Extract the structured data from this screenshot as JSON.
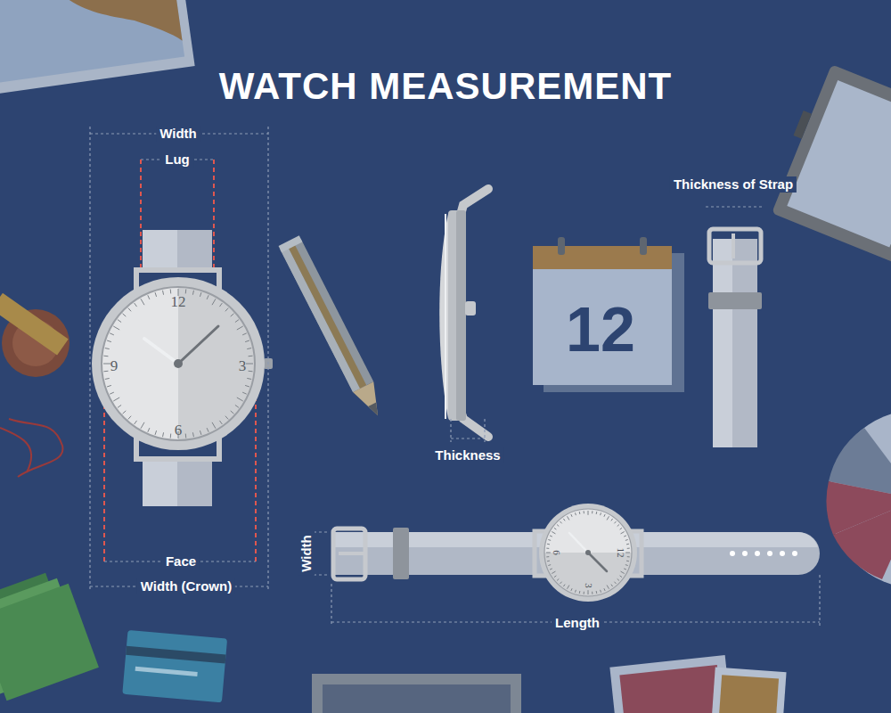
{
  "diagram": {
    "title": "WATCH MEASUREMENT",
    "nodes": [
      {
        "text": [
          "12",
          "9",
          "3",
          "6"
        ]
      },
      {
        "text": [
          "12"
        ]
      },
      {
        "text": [
          "12",
          "6",
          "3"
        ]
      }
    ],
    "labels": [
      "Width",
      "Lug",
      "Thickness",
      "Thickness of Strap",
      "Face",
      "Width (Crown)",
      "Width",
      "Length"
    ]
  }
}
